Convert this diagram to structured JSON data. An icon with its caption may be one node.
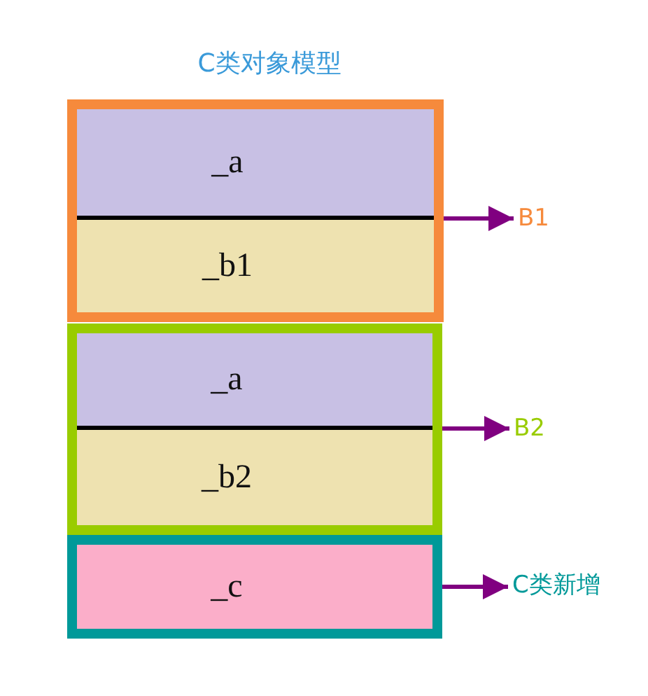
{
  "diagram": {
    "title": "C类对象模型",
    "nodes": [
      {
        "text": [],
        "shape": "box"
      },
      {
        "text": [
          "_a"
        ],
        "in": 0
      },
      {
        "text": [
          "_b1"
        ],
        "in": 0
      },
      {
        "text": [],
        "shape": "box"
      },
      {
        "text": [
          "_a"
        ],
        "in": 3
      },
      {
        "text": [
          "_b2"
        ],
        "in": 3
      },
      {
        "text": [],
        "shape": "box"
      },
      {
        "text": [
          "_c"
        ],
        "in": 6
      },
      {
        "text": [
          "B1"
        ]
      },
      {
        "text": [
          "B2"
        ]
      },
      {
        "text": [
          "C类新增"
        ]
      }
    ],
    "edges": [
      {
        "from": 0,
        "to": 8,
        "arrow": "to"
      },
      {
        "from": 3,
        "to": 9,
        "arrow": "to"
      },
      {
        "from": 6,
        "to": 10,
        "arrow": "to"
      }
    ]
  }
}
